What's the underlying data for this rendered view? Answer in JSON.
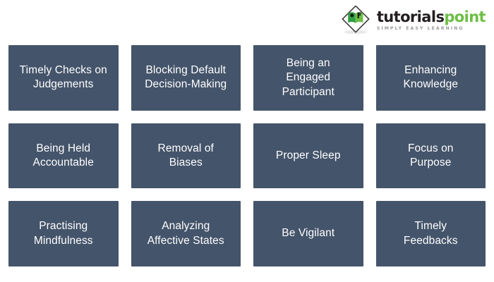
{
  "header": {
    "logo": {
      "icon_name": "tutorialspoint-diamond-book-logo",
      "word_part1": "tutorials",
      "word_part2": "point",
      "tagline": "SIMPLY EASY LEARNING",
      "color_dark": "#231f20",
      "color_green": "#6dbe45"
    }
  },
  "diagram": {
    "type": "grid-of-cards",
    "columns": 4,
    "rows": 3,
    "card_color": "#44546a",
    "card_text_color": "#ffffff",
    "background": "#ffffff",
    "cards": [
      {
        "label": "Timely Checks on\nJudgements"
      },
      {
        "label": "Blocking Default\nDecision-Making"
      },
      {
        "label": "Being an\nEngaged\nParticipant"
      },
      {
        "label": "Enhancing\nKnowledge"
      },
      {
        "label": "Being Held\nAccountable"
      },
      {
        "label": "Removal of\nBiases"
      },
      {
        "label": "Proper Sleep"
      },
      {
        "label": "Focus on\nPurpose"
      },
      {
        "label": "Practising\nMindfulness"
      },
      {
        "label": "Analyzing\nAffective States"
      },
      {
        "label": "Be Vigilant"
      },
      {
        "label": "Timely\nFeedbacks"
      }
    ]
  }
}
